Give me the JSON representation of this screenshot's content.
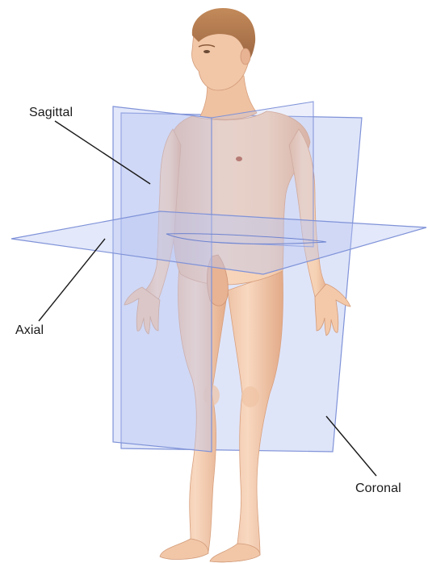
{
  "labels": {
    "sagittal": "Sagittal",
    "axial": "Axial",
    "coronal": "Coronal"
  },
  "colors": {
    "background": "#ffffff",
    "plane_fill": "#b9c6f2",
    "plane_edge": "#7f92d8",
    "skin": "#f5cfb0",
    "skin_shadow": "#e3ae8c",
    "hair": "#b47a4c",
    "leader_line": "#1a1a1a"
  },
  "icons": {
    "figure": "human-body-anatomical-planes-illustration"
  }
}
